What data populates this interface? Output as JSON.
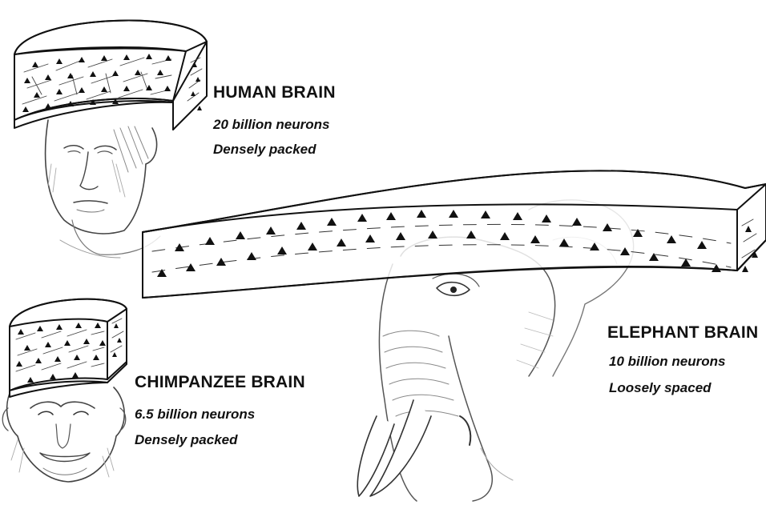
{
  "colors": {
    "ink": "#111111",
    "sketch": "#444444",
    "light_sketch": "#999999",
    "paper": "#ffffff"
  },
  "human": {
    "title": "HUMAN BRAIN",
    "neurons": "20 billion neurons",
    "density": "Densely packed"
  },
  "chimpanzee": {
    "title": "CHIMPANZEE BRAIN",
    "neurons": "6.5 billion neurons",
    "density": "Densely packed"
  },
  "elephant": {
    "title": "ELEPHANT BRAIN",
    "neurons": "10 billion neurons",
    "density": "Loosely spaced"
  }
}
